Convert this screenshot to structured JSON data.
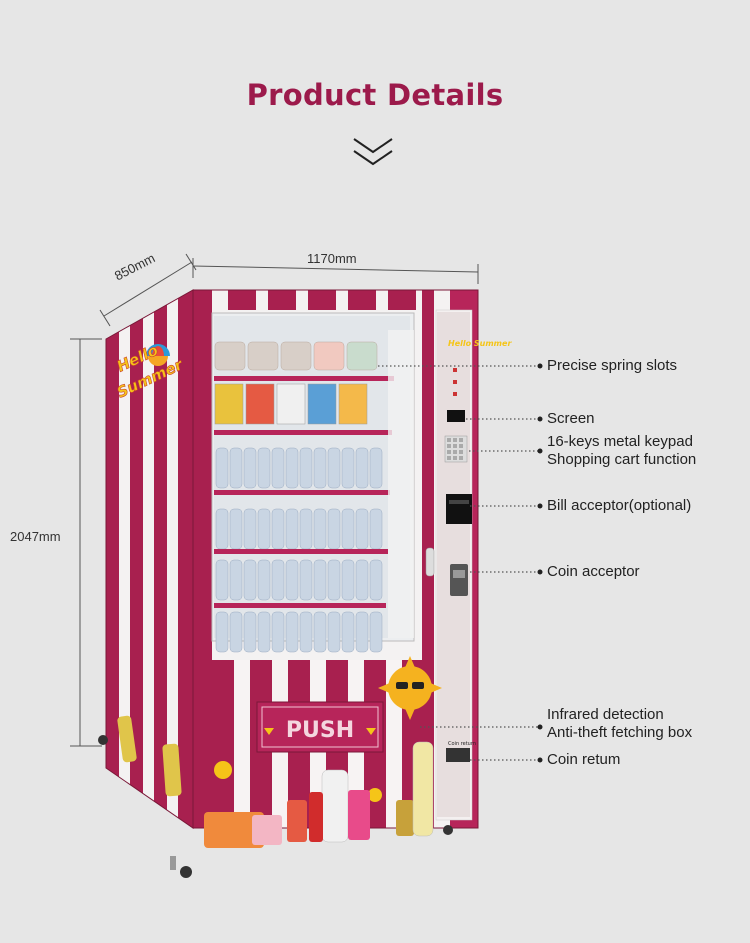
{
  "header": {
    "title": "Product Details"
  },
  "dimensions": {
    "depth": "850mm",
    "width": "1170mm",
    "height": "2047mm"
  },
  "machine_text": {
    "side_logo_line1": "Hello",
    "side_logo_line2": "Summer",
    "door_logo": "Hello Summer",
    "push_label": "PUSH",
    "coin_return_small": "Coin return"
  },
  "features": [
    {
      "label": "Precise spring slots"
    },
    {
      "label": "Screen"
    },
    {
      "label": "16-keys metal keypad",
      "label2": "Shopping cart function"
    },
    {
      "label": "Bill acceptor(optional)"
    },
    {
      "label": "Coin acceptor"
    },
    {
      "label": "Infrared detection",
      "label2": "Anti-theft fetching box"
    },
    {
      "label": "Coin retum"
    }
  ],
  "colors": {
    "title": "#9c1a4b",
    "stripe_red": "#a8204f",
    "background": "#e6e6e6"
  }
}
